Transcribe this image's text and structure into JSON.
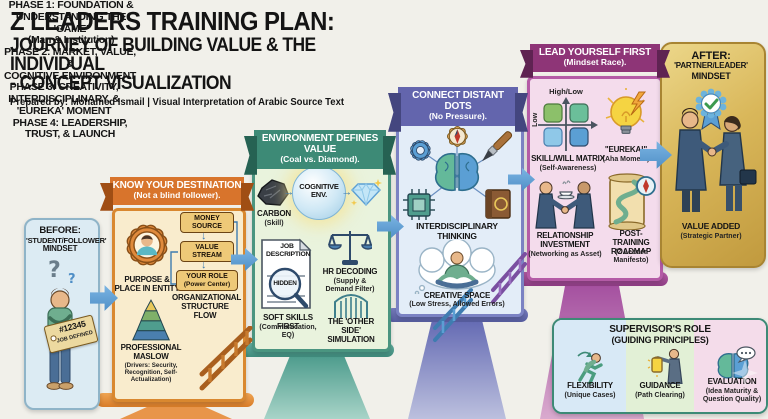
{
  "title": {
    "line1": "Z LEADERS TRAINING PLAN:",
    "line2": "JOURNEY OF BUILDING VALUE & THE INDIVIDUAL",
    "line3": "- CONCEPT VISUALIZATION",
    "prepared_by": "Prepared by: Mohamed Ismail | Visual Interpretation of Arabic Source Text"
  },
  "before": {
    "line1": "BEFORE:",
    "line2": "'STUDENT/FOLLOWER'",
    "line3": "MINDSET",
    "question_large": "?",
    "question_small": "?",
    "tag_number": "#12345",
    "tag_label": "JOB DEFINED"
  },
  "phase1": {
    "header_line1": "PHASE 1: FOUNDATION &",
    "header_line2": "UNDERSTANDING THE 'GAME'",
    "header_line3": "(Man & Institution)",
    "banner_line1": "KNOW YOUR DESTINATION",
    "banner_line2": "(Not a blind follower).",
    "purpose_label": "PURPOSE & PLACE IN ENTITY",
    "flow": [
      {
        "label": "MONEY SOURCE"
      },
      {
        "label": "VALUE STREAM"
      },
      {
        "label": "YOUR ROLE",
        "sub": "(Power Center)"
      }
    ],
    "flow_caption": "ORGANIZATIONAL STRUCTURE FLOW",
    "maslow_label": "PROFESSIONAL MASLOW",
    "maslow_sub": "(Drivers: Security, Recognition, Self-Actualization)"
  },
  "phase2": {
    "header_line1": "PHASE 2: MARKET, VALUE, &",
    "header_line2": "COGNITIVE ENVIRONMENT",
    "banner_line1": "ENVIRONMENT DEFINES VALUE",
    "banner_line2": "(Coal vs. Diamond).",
    "carbon_label": "CARBON",
    "carbon_sub": "(Skill)",
    "cognitive_label": "COGNITIVE ENV.",
    "doc_title": "JOB DESCRIPTION",
    "doc_hidden": "HIDDEN",
    "soft_label": "SOFT SKILLS FIRST",
    "soft_sub": "(Communication, EQ)",
    "hr_label": "HR DECODING",
    "hr_sub": "(Supply & Demand Filter)",
    "other_label": "THE 'OTHER SIDE' SIMULATION"
  },
  "phase3": {
    "header_line1": "PHASE 3: CREATIVITY,",
    "header_line2": "INTERDISCIPLINARY, &",
    "header_line3": "'EUREKA' MOMENT",
    "banner_line1": "CONNECT DISTANT DOTS",
    "banner_line2": "(No Pressure).",
    "thinking_label": "INTERDISCIPLINARY THINKING",
    "creative_label": "CREATIVE SPACE",
    "creative_sub": "(Low Stress, Allowed Errors)"
  },
  "phase4": {
    "header_line1": "PHASE 4: LEADERSHIP,",
    "header_line2": "TRUST, & LAUNCH",
    "banner_line1": "LEAD YOURSELF FIRST",
    "banner_line2": "(Mindset Race).",
    "matrix_axis_top": "High/Low",
    "matrix_axis_left": "Low",
    "matrix_label": "SKILL/WILL MATRIX",
    "matrix_sub": "(Self-Awareness)",
    "eureka_label": "\"EUREKA!\"",
    "eureka_sub": "(Aha Moment)",
    "relationship_label": "RELATIONSHIP INVESTMENT",
    "relationship_sub": "(Networking as Asset)",
    "roadmap_label": "POST-TRAINING ROADMAP",
    "roadmap_sub": "(Z Leader Manifesto)"
  },
  "after": {
    "line1": "AFTER:",
    "line2": "'PARTNER/LEADER'",
    "line3": "MINDSET",
    "value_label": "VALUE ADDED",
    "value_sub": "(Strategic Partner)"
  },
  "supervisor": {
    "title_line1": "SUPERVISOR'S ROLE",
    "title_line2": "(GUIDING PRINCIPLES)",
    "items": [
      {
        "label": "FLEXIBILITY",
        "sub": "(Unique Cases)",
        "icon": "runner-icon"
      },
      {
        "label": "GUIDANCE",
        "sub": "(Path Clearing)",
        "icon": "lantern-icon"
      },
      {
        "label": "EVALUATION",
        "sub": "(Idea Maturity & Question Quality)",
        "icon": "brain-speech-icon"
      }
    ]
  },
  "palette": {
    "phase1_accent": "#d8742c",
    "phase2_accent": "#3d8a76",
    "phase3_accent": "#6365ad",
    "phase4_accent": "#8e3577",
    "after_gold": "#d9b75a",
    "arrow_blue": "#5b9fd4"
  }
}
